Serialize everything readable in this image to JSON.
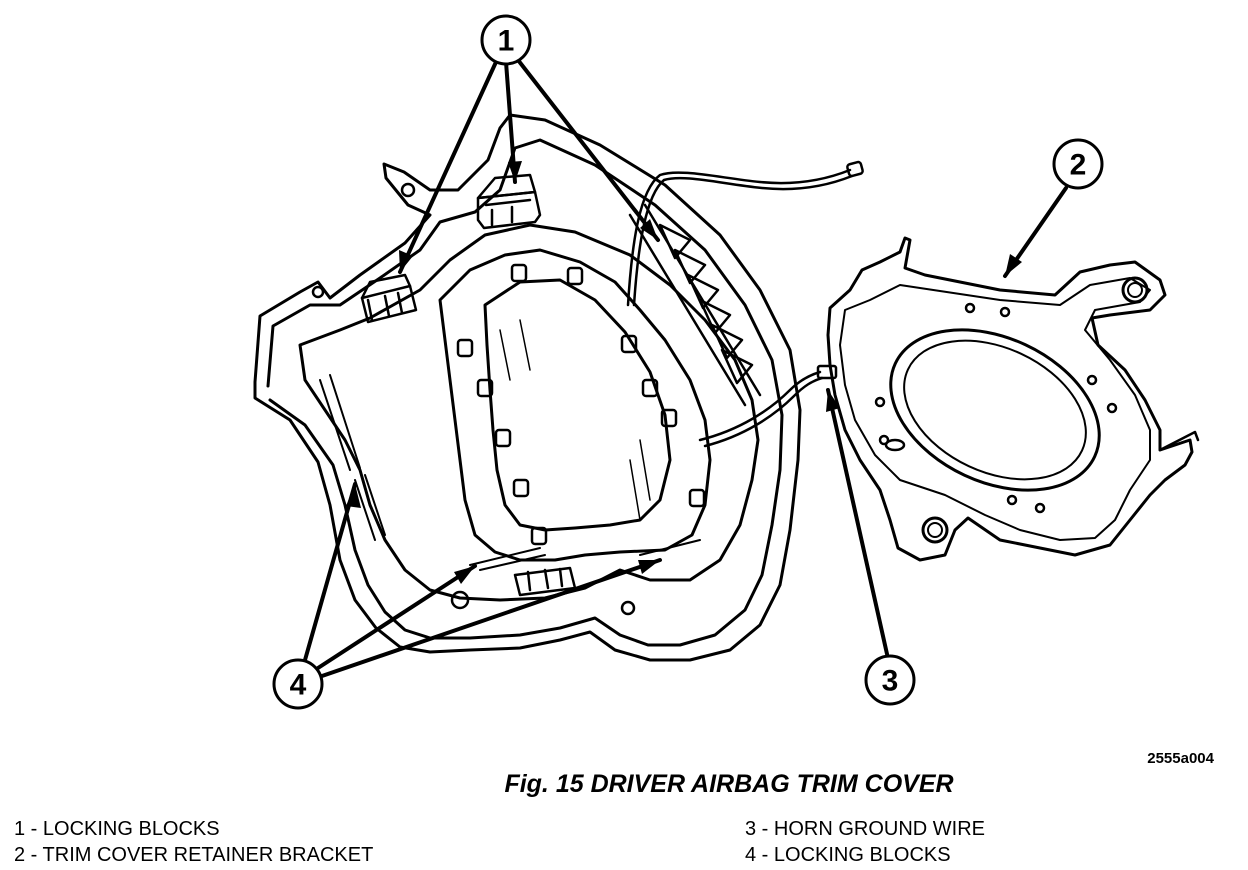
{
  "figure": {
    "id": "2555a004",
    "caption": "Fig. 15 DRIVER AIRBAG TRIM COVER"
  },
  "callouts": [
    {
      "num": "1",
      "label": "LOCKING BLOCKS"
    },
    {
      "num": "2",
      "label": "TRIM COVER RETAINER BRACKET"
    },
    {
      "num": "3",
      "label": "HORN GROUND WIRE"
    },
    {
      "num": "4",
      "label": "LOCKING BLOCKS"
    }
  ],
  "legend": {
    "left": [
      "1 - LOCKING BLOCKS",
      "2 - TRIM COVER RETAINER BRACKET"
    ],
    "right": [
      "3 - HORN GROUND WIRE",
      "4 - LOCKING BLOCKS"
    ]
  }
}
